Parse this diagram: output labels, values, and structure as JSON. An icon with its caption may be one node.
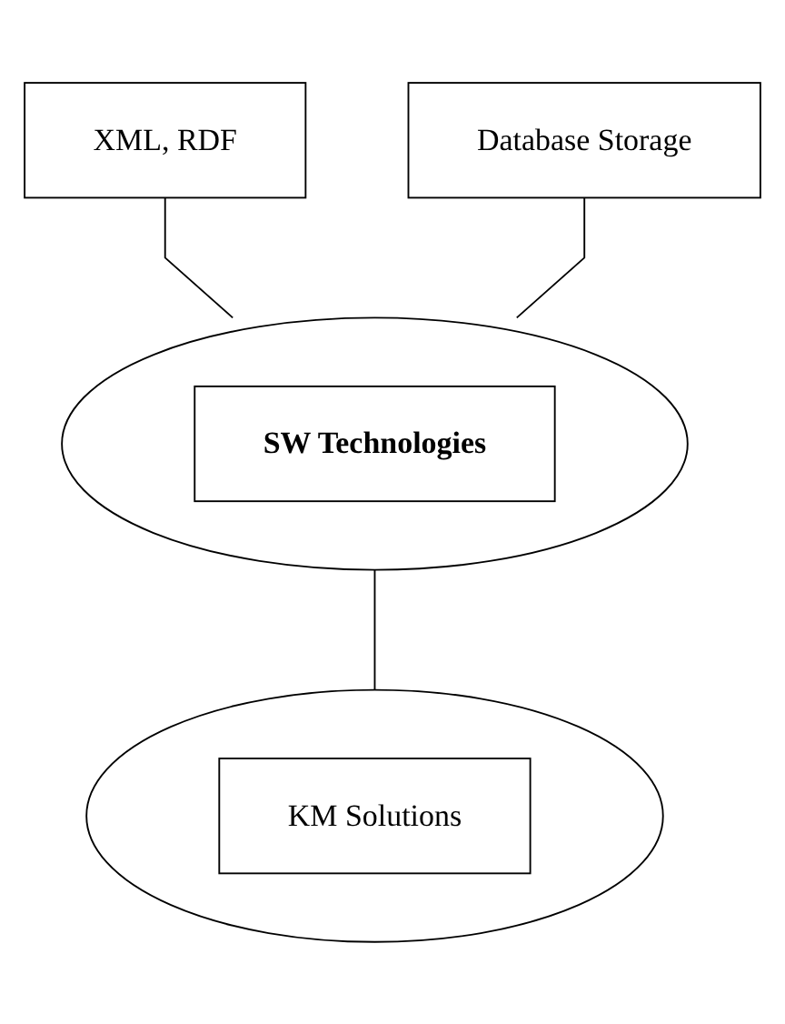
{
  "diagram": {
    "nodes": [
      {
        "text": [
          "XML, RDF"
        ]
      },
      {
        "text": [
          "Database Storage"
        ]
      },
      {
        "text": [],
        "shape": "circle"
      },
      {
        "text": [
          "SW Technologies"
        ],
        "in": 2
      },
      {
        "text": [],
        "shape": "circle"
      },
      {
        "text": [
          "KM Solutions"
        ],
        "in": 4
      }
    ],
    "edges": [
      {
        "from": 0,
        "to": 2,
        "arrow": "none"
      },
      {
        "from": 1,
        "to": 2,
        "arrow": "none"
      },
      {
        "from": 2,
        "to": 4,
        "arrow": "none"
      }
    ]
  }
}
